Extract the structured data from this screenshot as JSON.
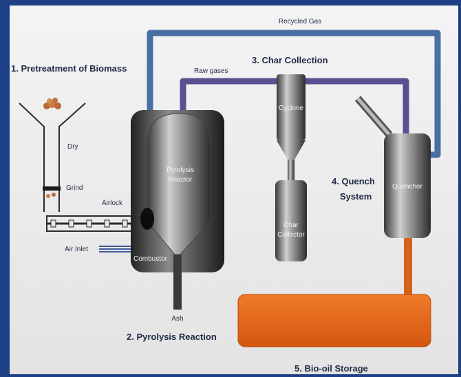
{
  "diagram": {
    "labels": {
      "recycled_gas": "Recycled Gas",
      "raw_gases": "Raw gases",
      "cyclone": "Cyclone",
      "char_collector_1": "Char",
      "char_collector_2": "Collector",
      "pyrolysis_reactor_1": "Pyrolysis",
      "pyrolysis_reactor_2": "Reactor",
      "quencher": "Quencher",
      "dry": "Dry",
      "grind": "Grind",
      "airlock": "Airlock",
      "air_inlet": "Air Inlet",
      "combustor": "Combustor",
      "ash": "Ash"
    },
    "steps": {
      "step1": "1. Pretreatment of Biomass",
      "step2": "2. Pyrolysis Reaction",
      "step3": "3. Char Collection",
      "step4_line1": "4. Quench",
      "step4_line2": "System",
      "step5": "5. Bio-oil Storage"
    },
    "colors": {
      "background": "#1d3f86",
      "panel": "#eeeeee",
      "recycled_gas_pipe": "#4a6fa5",
      "raw_gas_pipe": "#5a4f8f",
      "bio_oil": "#e2661a",
      "vessel": "#6f6f6f"
    }
  }
}
